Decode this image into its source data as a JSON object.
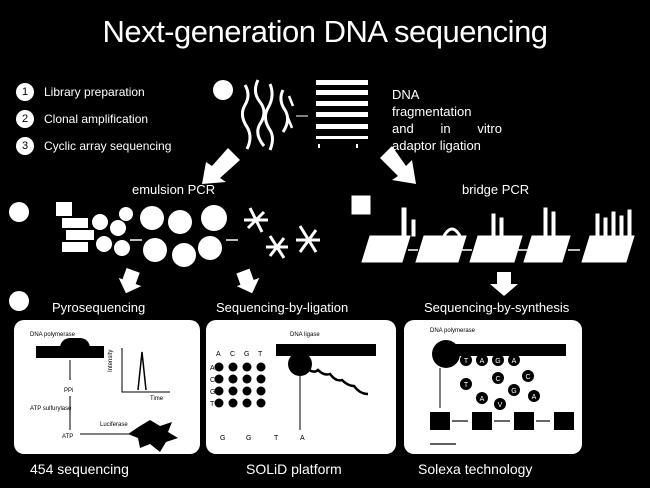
{
  "title": "Next-generation DNA sequencing",
  "steps": [
    {
      "num": "1",
      "label": "Library preparation"
    },
    {
      "num": "2",
      "label": "Clonal amplification"
    },
    {
      "num": "3",
      "label": "Cyclic array sequencing"
    }
  ],
  "fragmentation": {
    "line1": "DNA",
    "line2": "fragmentation",
    "line3a": "and",
    "line3b": "in",
    "line3c": "vitro",
    "line4": "adaptor ligation"
  },
  "amplification": {
    "emulsion": "emulsion PCR",
    "bridge": "bridge PCR"
  },
  "methods": {
    "pyro": "Pyrosequencing",
    "ligation": "Sequencing-by-ligation",
    "synthesis": "Sequencing-by-synthesis"
  },
  "platforms": {
    "p454": "454 sequencing",
    "solid": "SOLiD platform",
    "solexa": "Solexa technology"
  },
  "panel_labels": {
    "dna_ligase": "DNA ligase",
    "dna_polymerase": "DNA polymerase",
    "intensity": "Intensity",
    "time": "Time",
    "ppi": "PPi",
    "atp_sulfurylase": "ATP sulfurylase",
    "atp": "ATP",
    "luciferase": "Luciferase",
    "matrix_cols": [
      "A",
      "C",
      "G",
      "T"
    ],
    "matrix_rows": [
      "A",
      "C",
      "G",
      "T"
    ],
    "ligation_readout": [
      "G",
      "G",
      "T",
      "A"
    ],
    "solexa_bases_top": [
      "T",
      "A",
      "G",
      "A"
    ],
    "solexa_bases_scatter": [
      "T",
      "A",
      "C",
      "G",
      "C",
      "A",
      "V"
    ]
  }
}
